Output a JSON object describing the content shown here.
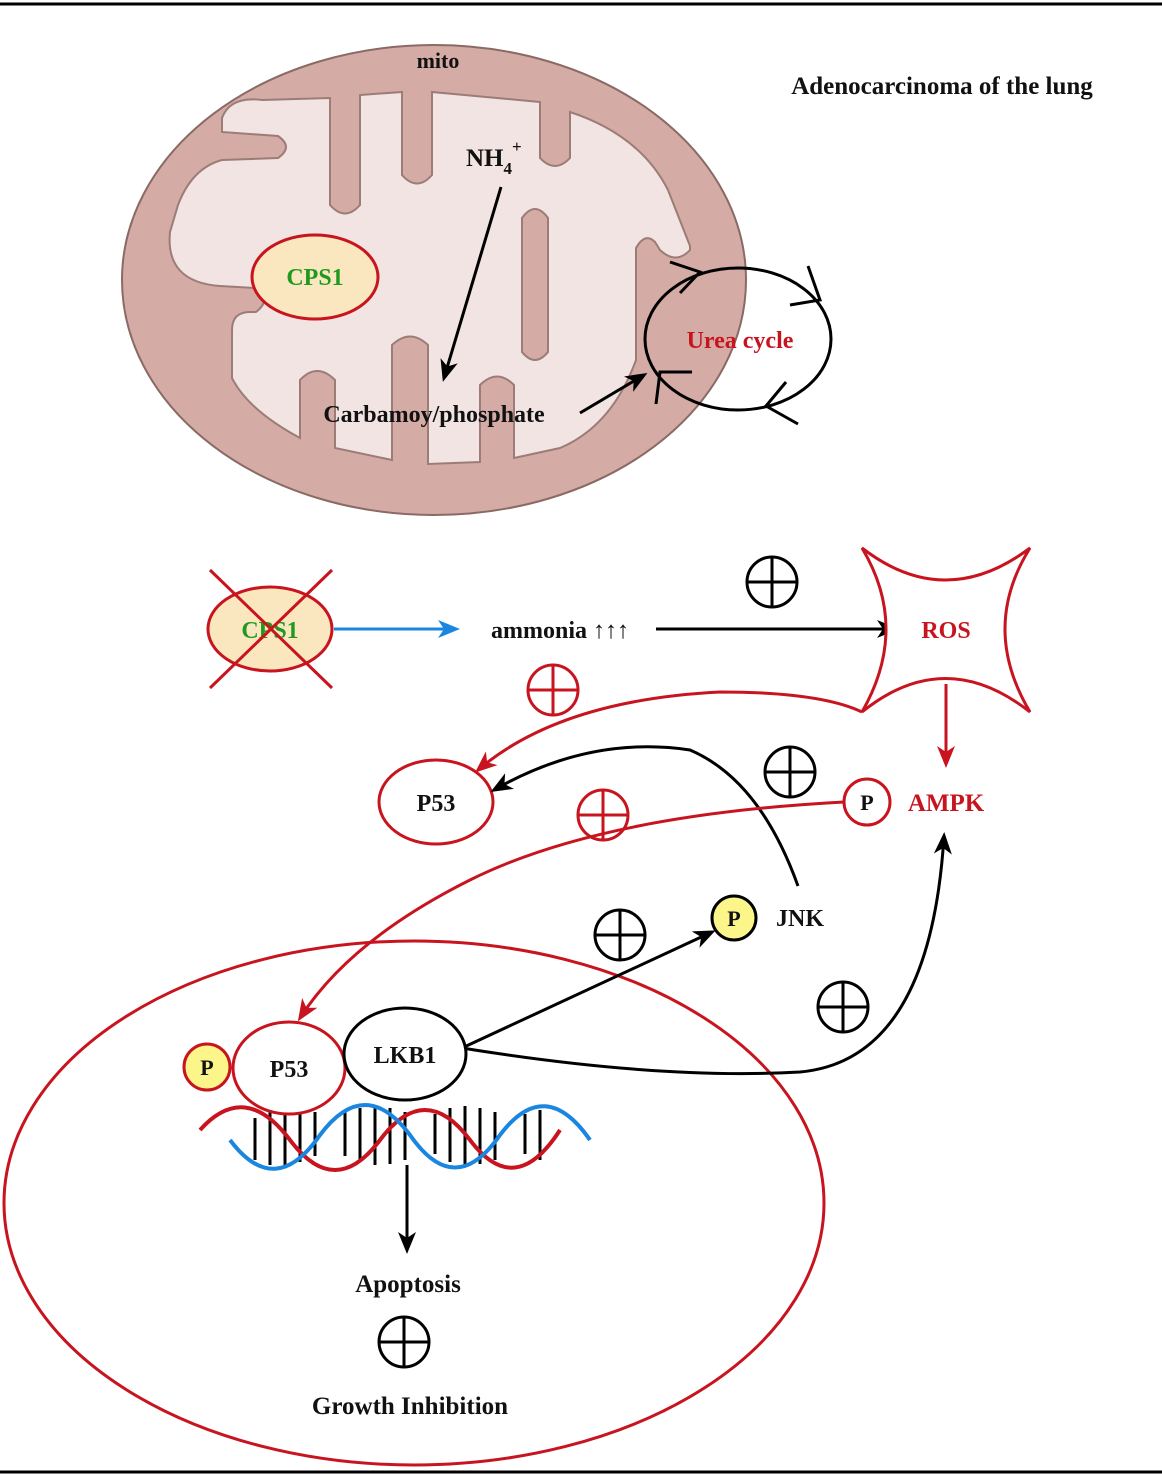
{
  "labels": {
    "mito": "mito",
    "title": "Adenocarcinoma of the lung",
    "nh4": "NH",
    "nh4_sub": "4",
    "nh4_sup": "+",
    "cps1_top": "CPS1",
    "urea_cycle": "Urea cycle",
    "carbamoyl": "Carbamoy/phosphate",
    "cps1_crossed": "CPS1",
    "ammonia": "ammonia ↑↑↑",
    "ros": "ROS",
    "p53_cyto": "P53",
    "p_ampk": "P",
    "ampk": "AMPK",
    "p_jnk": "P",
    "jnk": "JNK",
    "p_p53": "P",
    "p53_nuc": "P53",
    "lkb1": "LKB1",
    "apoptosis": "Apoptosis",
    "growth_inhibition": "Growth Inhibition"
  },
  "colors": {
    "red": "#c8141e",
    "green": "#1f9a1f",
    "blue": "#1a86e0",
    "mito_outer": "#d4aba5",
    "mito_inner": "#f1e4e2",
    "cps1_fill": "#fbe7bf",
    "p_fill": "#fbf58a"
  }
}
